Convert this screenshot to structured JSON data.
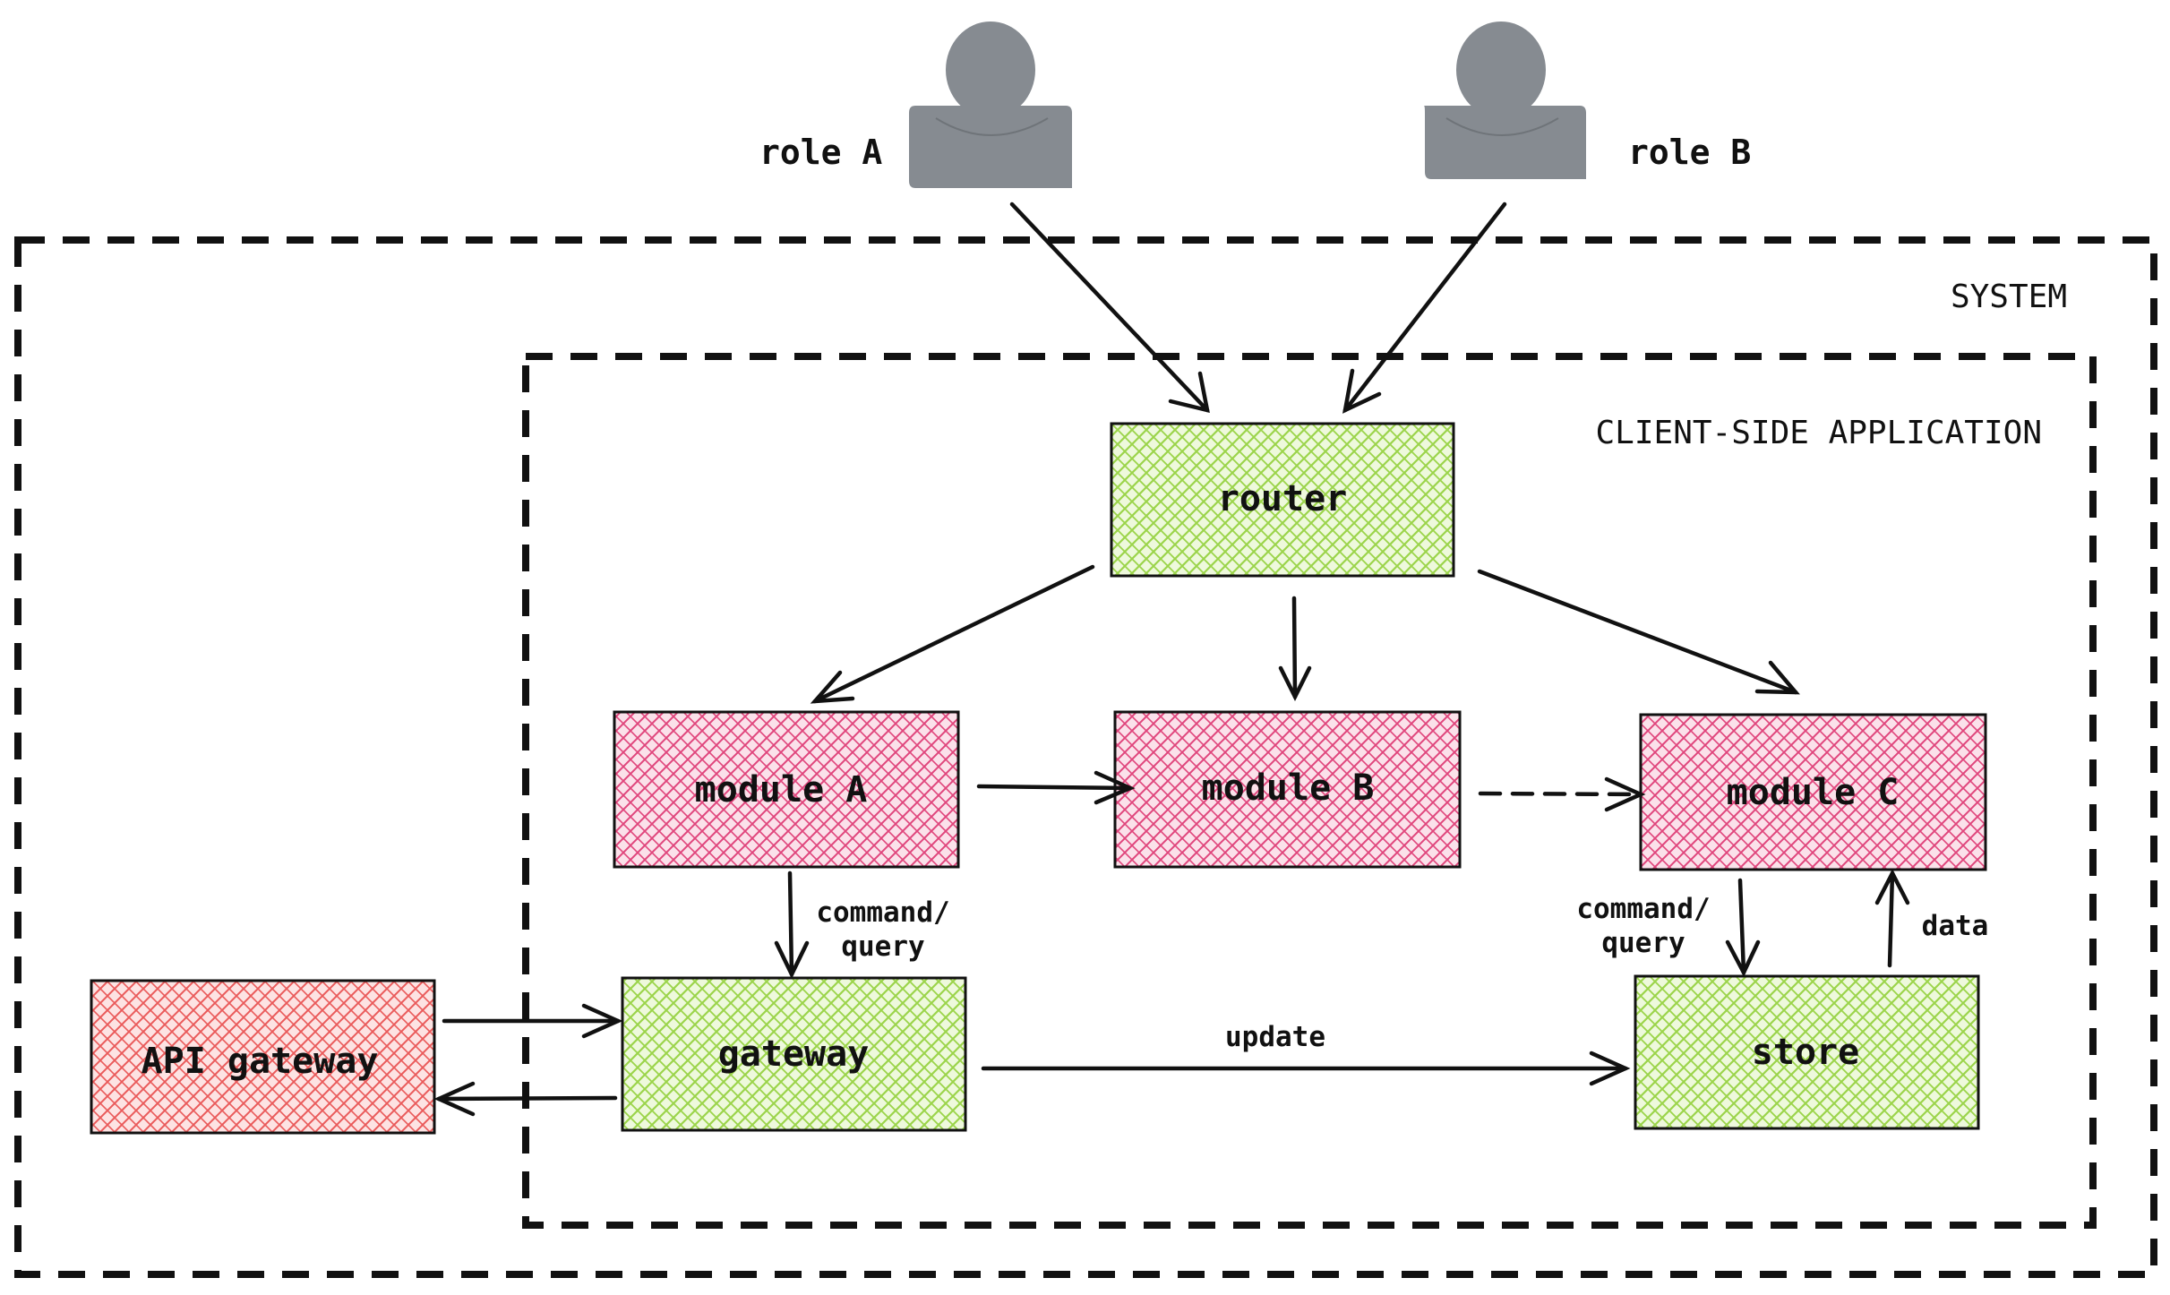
{
  "frames": {
    "system": "SYSTEM",
    "client": "CLIENT-SIDE APPLICATION"
  },
  "roles": {
    "a": "role A",
    "b": "role B"
  },
  "nodes": {
    "router": "router",
    "module_a": "module A",
    "module_b": "module B",
    "module_c": "module C",
    "gateway": "gateway",
    "store": "store",
    "api_gateway": "API gateway"
  },
  "edge_labels": {
    "module_a_gateway_line1": "command/",
    "module_a_gateway_line2": "query",
    "module_c_store_line1": "command/",
    "module_c_store_line2": "query",
    "data": "data",
    "update": "update"
  },
  "colors": {
    "green_fill": "#9bd44a",
    "pink_fill": "#e0457c",
    "red_fill": "#ea5a5a",
    "person": "#868b91"
  }
}
